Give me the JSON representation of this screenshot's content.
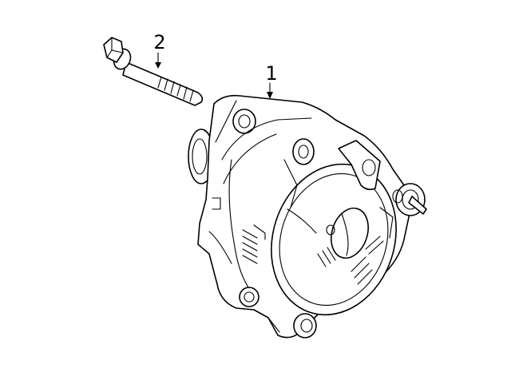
{
  "diagram": {
    "callouts": [
      {
        "number": "1"
      },
      {
        "number": "2"
      }
    ],
    "colors": {
      "line": "#000000",
      "background": "#ffffff"
    },
    "icon": "alternator-assembly-illustration"
  }
}
